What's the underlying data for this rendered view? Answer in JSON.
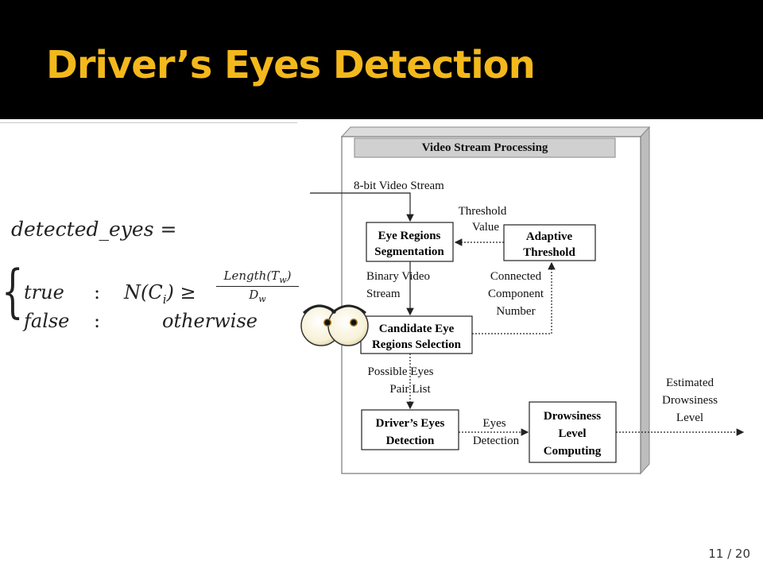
{
  "slide": {
    "title": "Driver’s Eyes Detection",
    "page_number": "11 / 20"
  },
  "formula": {
    "lhs": "detected_eyes =",
    "case1_value": "true",
    "case1_colon": ":",
    "case1_condition": "N(C",
    "case1_subscript": "i",
    "case1_relation": ") ≥",
    "fraction_numerator": "Length(T",
    "fraction_numerator_subscript": "w",
    "fraction_numerator_close": ")",
    "fraction_denominator": "D",
    "fraction_denominator_subscript": "w",
    "case2_value": "false",
    "case2_colon": ":",
    "case2_condition": "otherwise"
  },
  "diagram": {
    "panel_header": "Video Stream Processing",
    "input_label": "8-bit Video Stream",
    "nodes": {
      "eye_regions_segmentation": [
        "Eye Regions",
        "Segmentation"
      ],
      "adaptive_threshold": [
        "Adaptive",
        "Threshold"
      ],
      "candidate_eye_regions_selection": [
        "Candidate Eye",
        "Regions Selection"
      ],
      "drivers_eyes_detection": [
        "Driver’s Eyes",
        "Detection"
      ],
      "drowsiness_level_computing": [
        "Drowsiness",
        "Level",
        "Computing"
      ]
    },
    "edge_labels": {
      "threshold_value": [
        "Threshold",
        "Value"
      ],
      "binary_video_stream": [
        "Binary Video",
        "Stream"
      ],
      "connected_component_number": [
        "Connected",
        "Component",
        "Number"
      ],
      "possible_eyes_pair_list": [
        "Possible Eyes",
        "Pair List"
      ],
      "eyes_detection": [
        "Eyes",
        "Detection"
      ],
      "estimated_drowsiness_level": [
        "Estimated",
        "Drowsiness",
        "Level"
      ]
    }
  }
}
